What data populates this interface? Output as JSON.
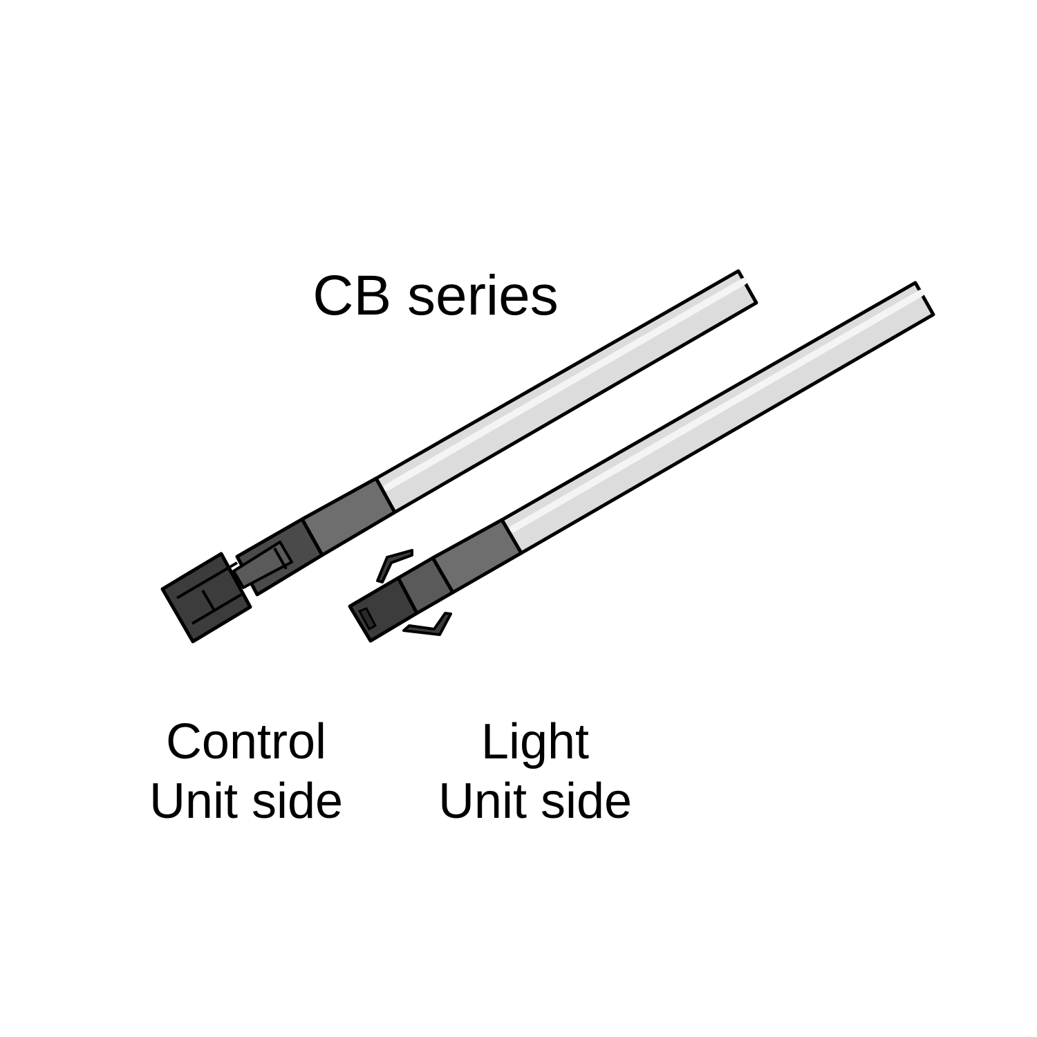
{
  "title": "CB series",
  "captions": {
    "control": {
      "line1": "Control",
      "line2": "Unit side"
    },
    "light": {
      "line1": "Light",
      "line2": "Unit side"
    }
  },
  "colors": {
    "background": "#ffffff",
    "outline": "#000000",
    "cable_body": "#dcdcdc",
    "cable_highlight": "#f4f4f4",
    "sleeve": "#6e6e6e",
    "connector": "#3c3c3c",
    "connector_dark": "#2a2a2a"
  },
  "icons": [
    "control-unit-connector-icon",
    "light-unit-connector-icon"
  ]
}
